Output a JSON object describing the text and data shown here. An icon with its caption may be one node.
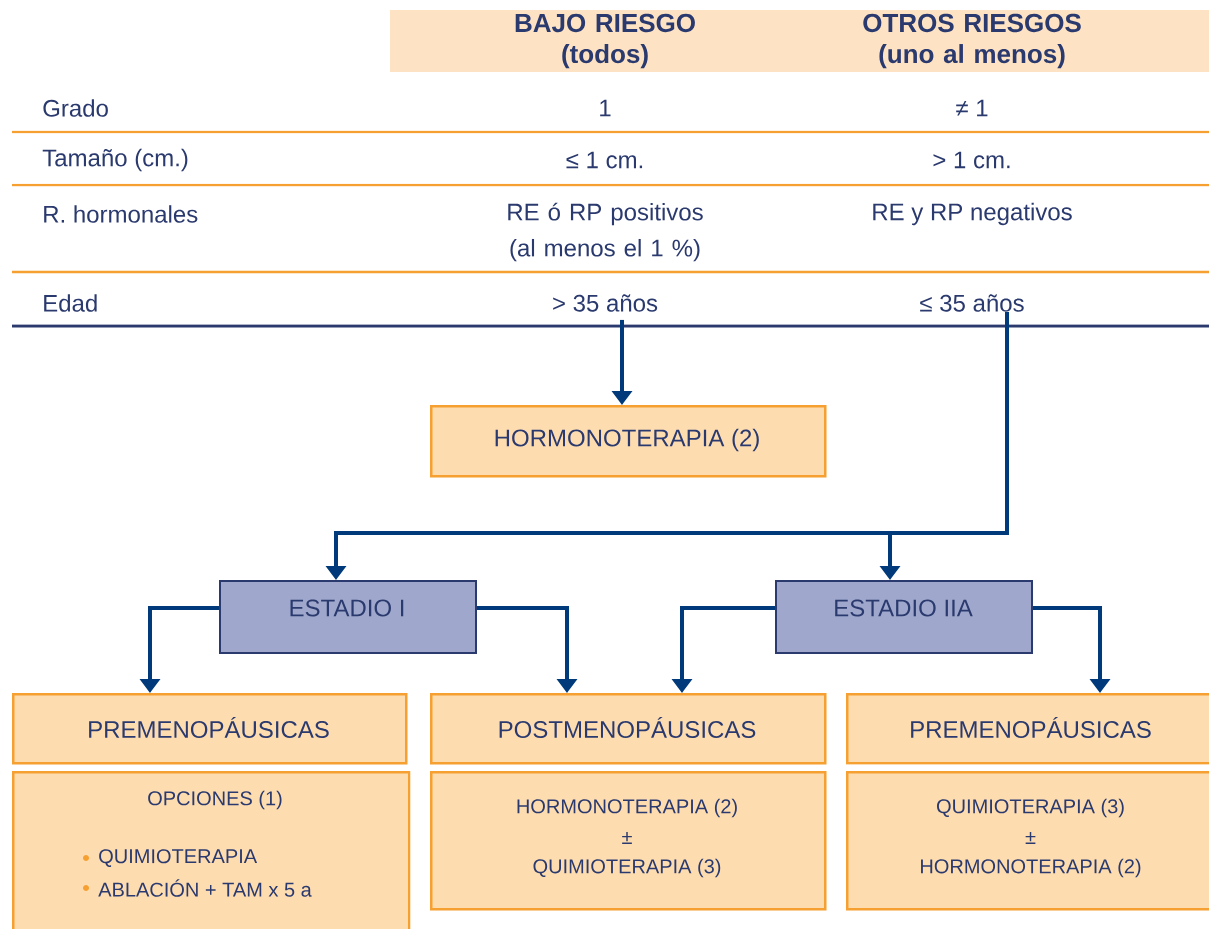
{
  "diagram": {
    "nodes": [
      {
        "text": [
          "BAJO RIESGO (todos)",
          "OTROS RIESGOS (uno al menos)"
        ]
      },
      {
        "text": [
          "> 35 años"
        ]
      },
      {
        "text": [
          "≤ 35 años"
        ]
      },
      {
        "text": [
          "HORMONOTERAPIA (2)"
        ]
      },
      {
        "text": [
          "ESTADIO I"
        ]
      },
      {
        "text": [
          "ESTADIO IIA"
        ]
      },
      {
        "text": [
          "PREMENOPÁUSICAS"
        ]
      },
      {
        "text": [
          "OPCIONES (1)",
          "QUIMIOTERAPIA",
          "ABLACIÓN + TAM x 5 a"
        ]
      },
      {
        "text": [
          "POSTMENOPÁUSICAS"
        ]
      },
      {
        "text": [
          "HORMONOTERAPIA (2)",
          "±",
          "QUIMIOTERAPIA (3)"
        ]
      },
      {
        "text": [
          "PREMENOPÁUSICAS"
        ]
      },
      {
        "text": [
          "QUIMIOTERAPIA (3)",
          "±",
          "HORMONOTERAPIA (2)"
        ]
      }
    ],
    "edges": [
      {
        "from": 1,
        "to": 3,
        "arrow": "to"
      },
      {
        "from": 2,
        "to": 4,
        "arrow": "to"
      },
      {
        "from": 2,
        "to": 5,
        "arrow": "to"
      },
      {
        "from": 4,
        "to": 6,
        "arrow": "to"
      },
      {
        "from": 4,
        "to": 8,
        "arrow": "to"
      },
      {
        "from": 5,
        "to": 8,
        "arrow": "to"
      },
      {
        "from": 5,
        "to": 10,
        "arrow": "to"
      }
    ],
    "labels": [
      "Grado",
      "1",
      "≠ 1",
      "Tamaño (cm.)",
      "≤ 1 cm.",
      "> 1 cm.",
      "R. hormonales",
      "RE ó RP positivos (al menos el 1 %)",
      "RE y RP negativos",
      "Edad"
    ]
  }
}
